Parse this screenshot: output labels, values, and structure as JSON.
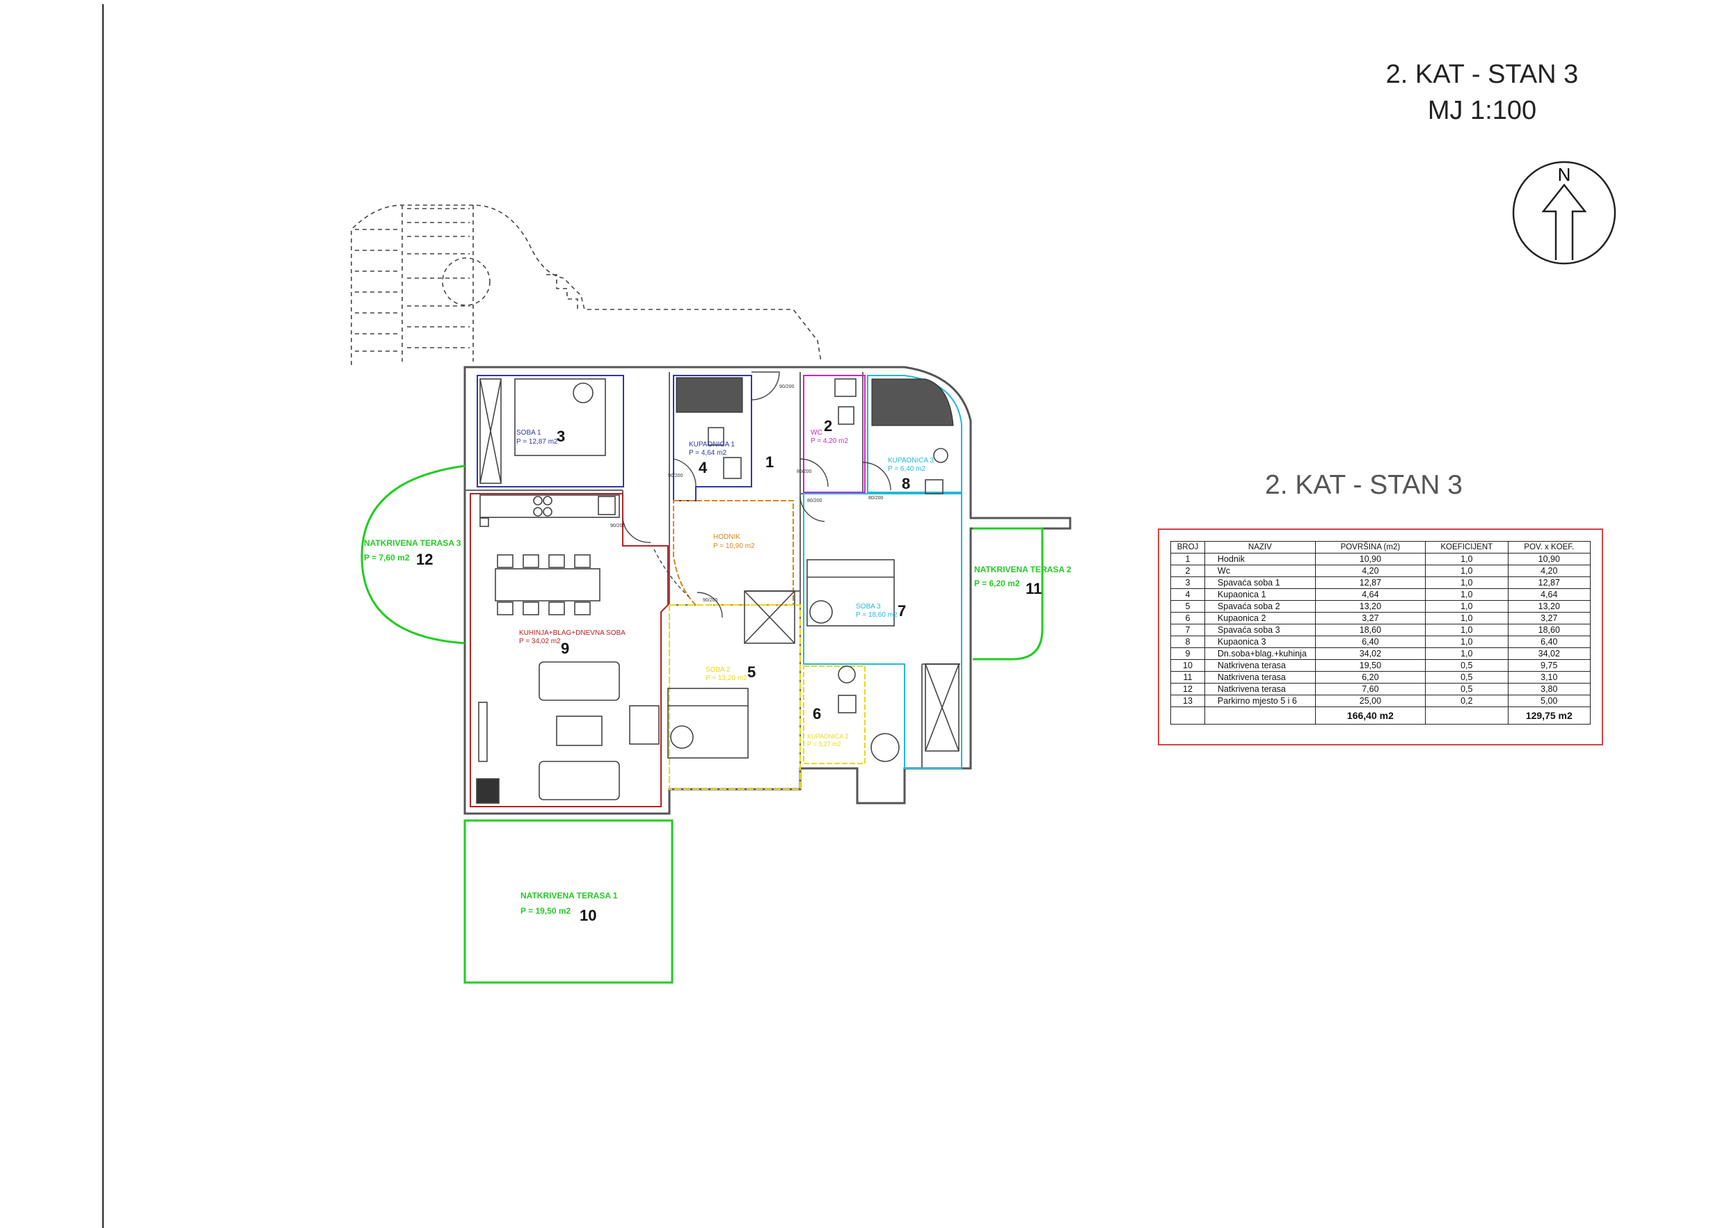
{
  "header": {
    "title_line1": "2. KAT - STAN 3",
    "title_line2": "MJ 1:100",
    "north_letter": "N"
  },
  "table_heading": "2. KAT - STAN 3",
  "area_table": {
    "columns": [
      "BROJ",
      "NAZIV",
      "POVRŠINA (m2)",
      "KOEFICIJENT",
      "POV. x KOEF."
    ],
    "rows": [
      [
        "1",
        "Hodnik",
        "10,90",
        "1,0",
        "10,90"
      ],
      [
        "2",
        "Wc",
        "4,20",
        "1,0",
        "4,20"
      ],
      [
        "3",
        "Spavaća soba 1",
        "12,87",
        "1,0",
        "12,87"
      ],
      [
        "4",
        "Kupaonica 1",
        "4,64",
        "1,0",
        "4,64"
      ],
      [
        "5",
        "Spavaća soba 2",
        "13,20",
        "1,0",
        "13,20"
      ],
      [
        "6",
        "Kupaonica 2",
        "3,27",
        "1,0",
        "3,27"
      ],
      [
        "7",
        "Spavaća soba 3",
        "18,60",
        "1,0",
        "18,60"
      ],
      [
        "8",
        "Kupaonica 3",
        "6,40",
        "1,0",
        "6,40"
      ],
      [
        "9",
        "Dn.soba+blag.+kuhinja",
        "34,02",
        "1,0",
        "34,02"
      ],
      [
        "10",
        "Natkrivena terasa",
        "19,50",
        "0,5",
        "9,75"
      ],
      [
        "11",
        "Natkrivena terasa",
        "6,20",
        "0,5",
        "3,10"
      ],
      [
        "12",
        "Natkrivena terasa",
        "7,60",
        "0,5",
        "3,80"
      ],
      [
        "13",
        "Parkirno mjesto 5 i 6",
        "25,00",
        "0,2",
        "5,00"
      ]
    ],
    "total_area": "166,40 m2",
    "total_weighted": "129,75 m2"
  },
  "rooms": [
    {
      "num": "1",
      "name": "HODNIK",
      "area": "P = 10,90 m2",
      "color": "#d4881a"
    },
    {
      "num": "2",
      "name": "WC",
      "area": "P = 4,20 m2",
      "color": "#cc22cc"
    },
    {
      "num": "3",
      "name": "SOBA 1",
      "area": "P = 12,87 m2",
      "color": "#2a3aa8"
    },
    {
      "num": "4",
      "name": "KUPAONICA 1",
      "area": "P = 4,64 m2",
      "color": "#2a3aa8"
    },
    {
      "num": "5",
      "name": "SOBA 2",
      "area": "P = 13,20 m2",
      "color": "#e8d81a"
    },
    {
      "num": "6",
      "name": "KUPAONICA 2",
      "area": "P = 3,27 m2",
      "color": "#e8d81a"
    },
    {
      "num": "7",
      "name": "SOBA 3",
      "area": "P = 18,60 m2",
      "color": "#22b8d8"
    },
    {
      "num": "8",
      "name": "KUPAONICA 3",
      "area": "P = 6,40 m2",
      "color": "#22b8d8"
    },
    {
      "num": "9",
      "name": "KUHINJA+BLAG+DNEVNA SOBA",
      "area": "P = 34,02 m2",
      "color": "#b82020"
    },
    {
      "num": "10",
      "name": "NATKRIVENA TERASA 1",
      "area": "P = 19,50 m2",
      "color": "#22cc22"
    },
    {
      "num": "11",
      "name": "NATKRIVENA TERASA 2",
      "area": "P = 6,20 m2",
      "color": "#22cc22"
    },
    {
      "num": "12",
      "name": "NATKRIVENA TERASA 3",
      "area": "P = 7,60 m2",
      "color": "#22cc22"
    }
  ],
  "door_labels": [
    "90/200",
    "80/200",
    "90/200",
    "90/200",
    "80/200",
    "80/200",
    "90/200"
  ],
  "colors": {
    "frame": "#d84040",
    "wall": "#555555",
    "text": "#222222"
  }
}
